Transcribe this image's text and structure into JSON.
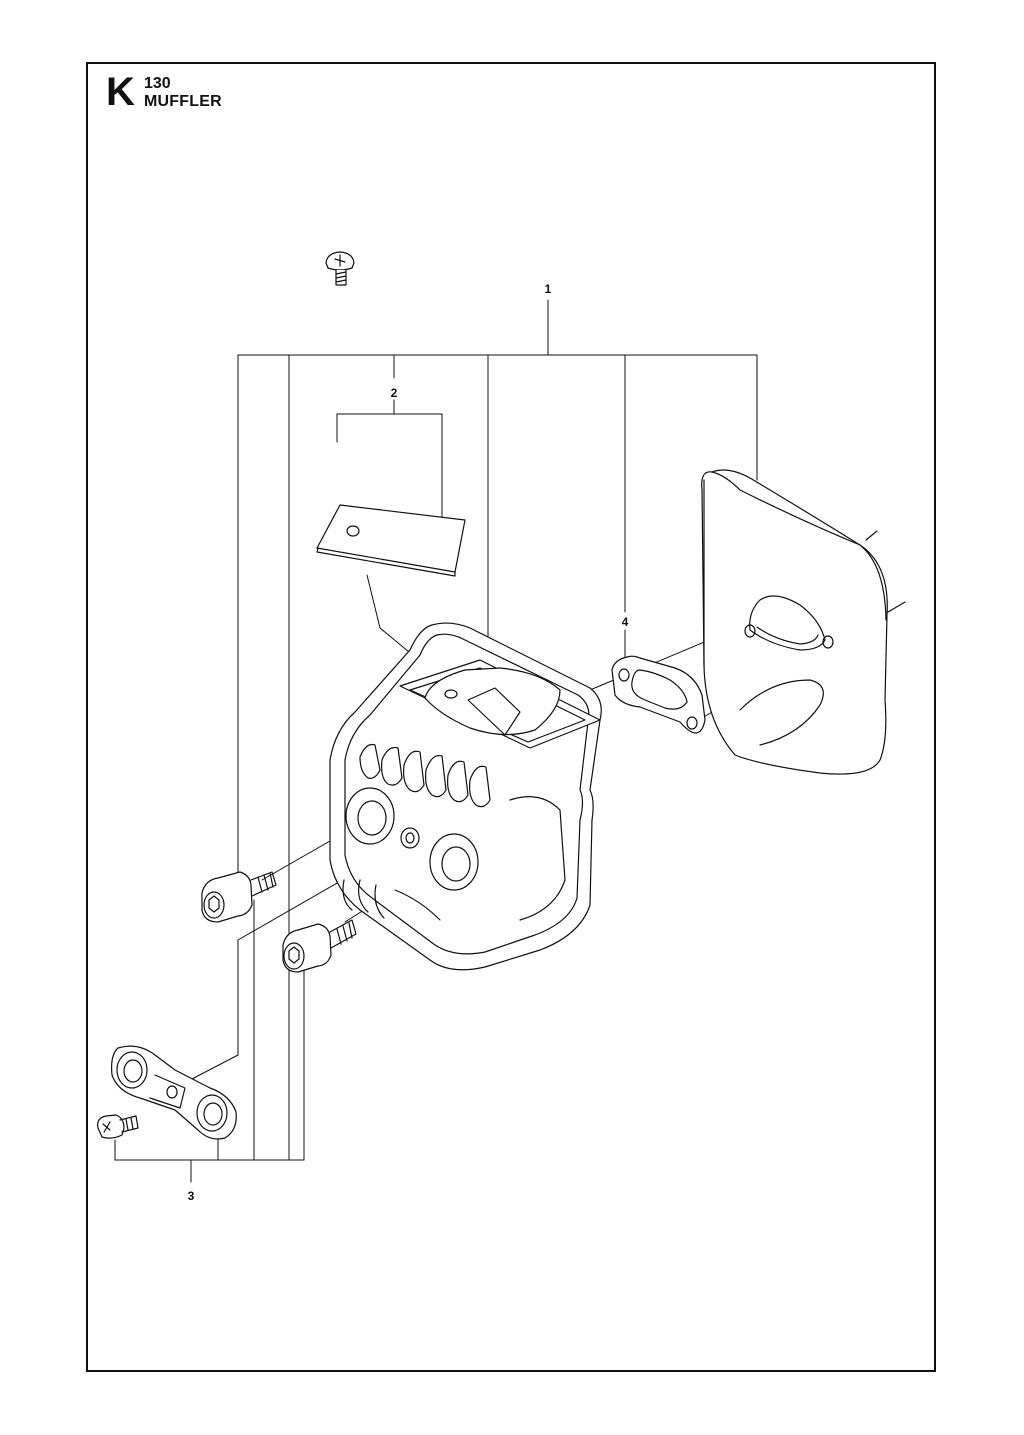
{
  "header": {
    "section_letter": "K",
    "section_number": "130",
    "section_title": "MUFFLER"
  },
  "callouts": [
    {
      "id": "1",
      "label": "1"
    },
    {
      "id": "2",
      "label": "2"
    },
    {
      "id": "3",
      "label": "3"
    },
    {
      "id": "4",
      "label": "4"
    }
  ],
  "colors": {
    "line": "#111111",
    "fill": "#ffffff"
  }
}
